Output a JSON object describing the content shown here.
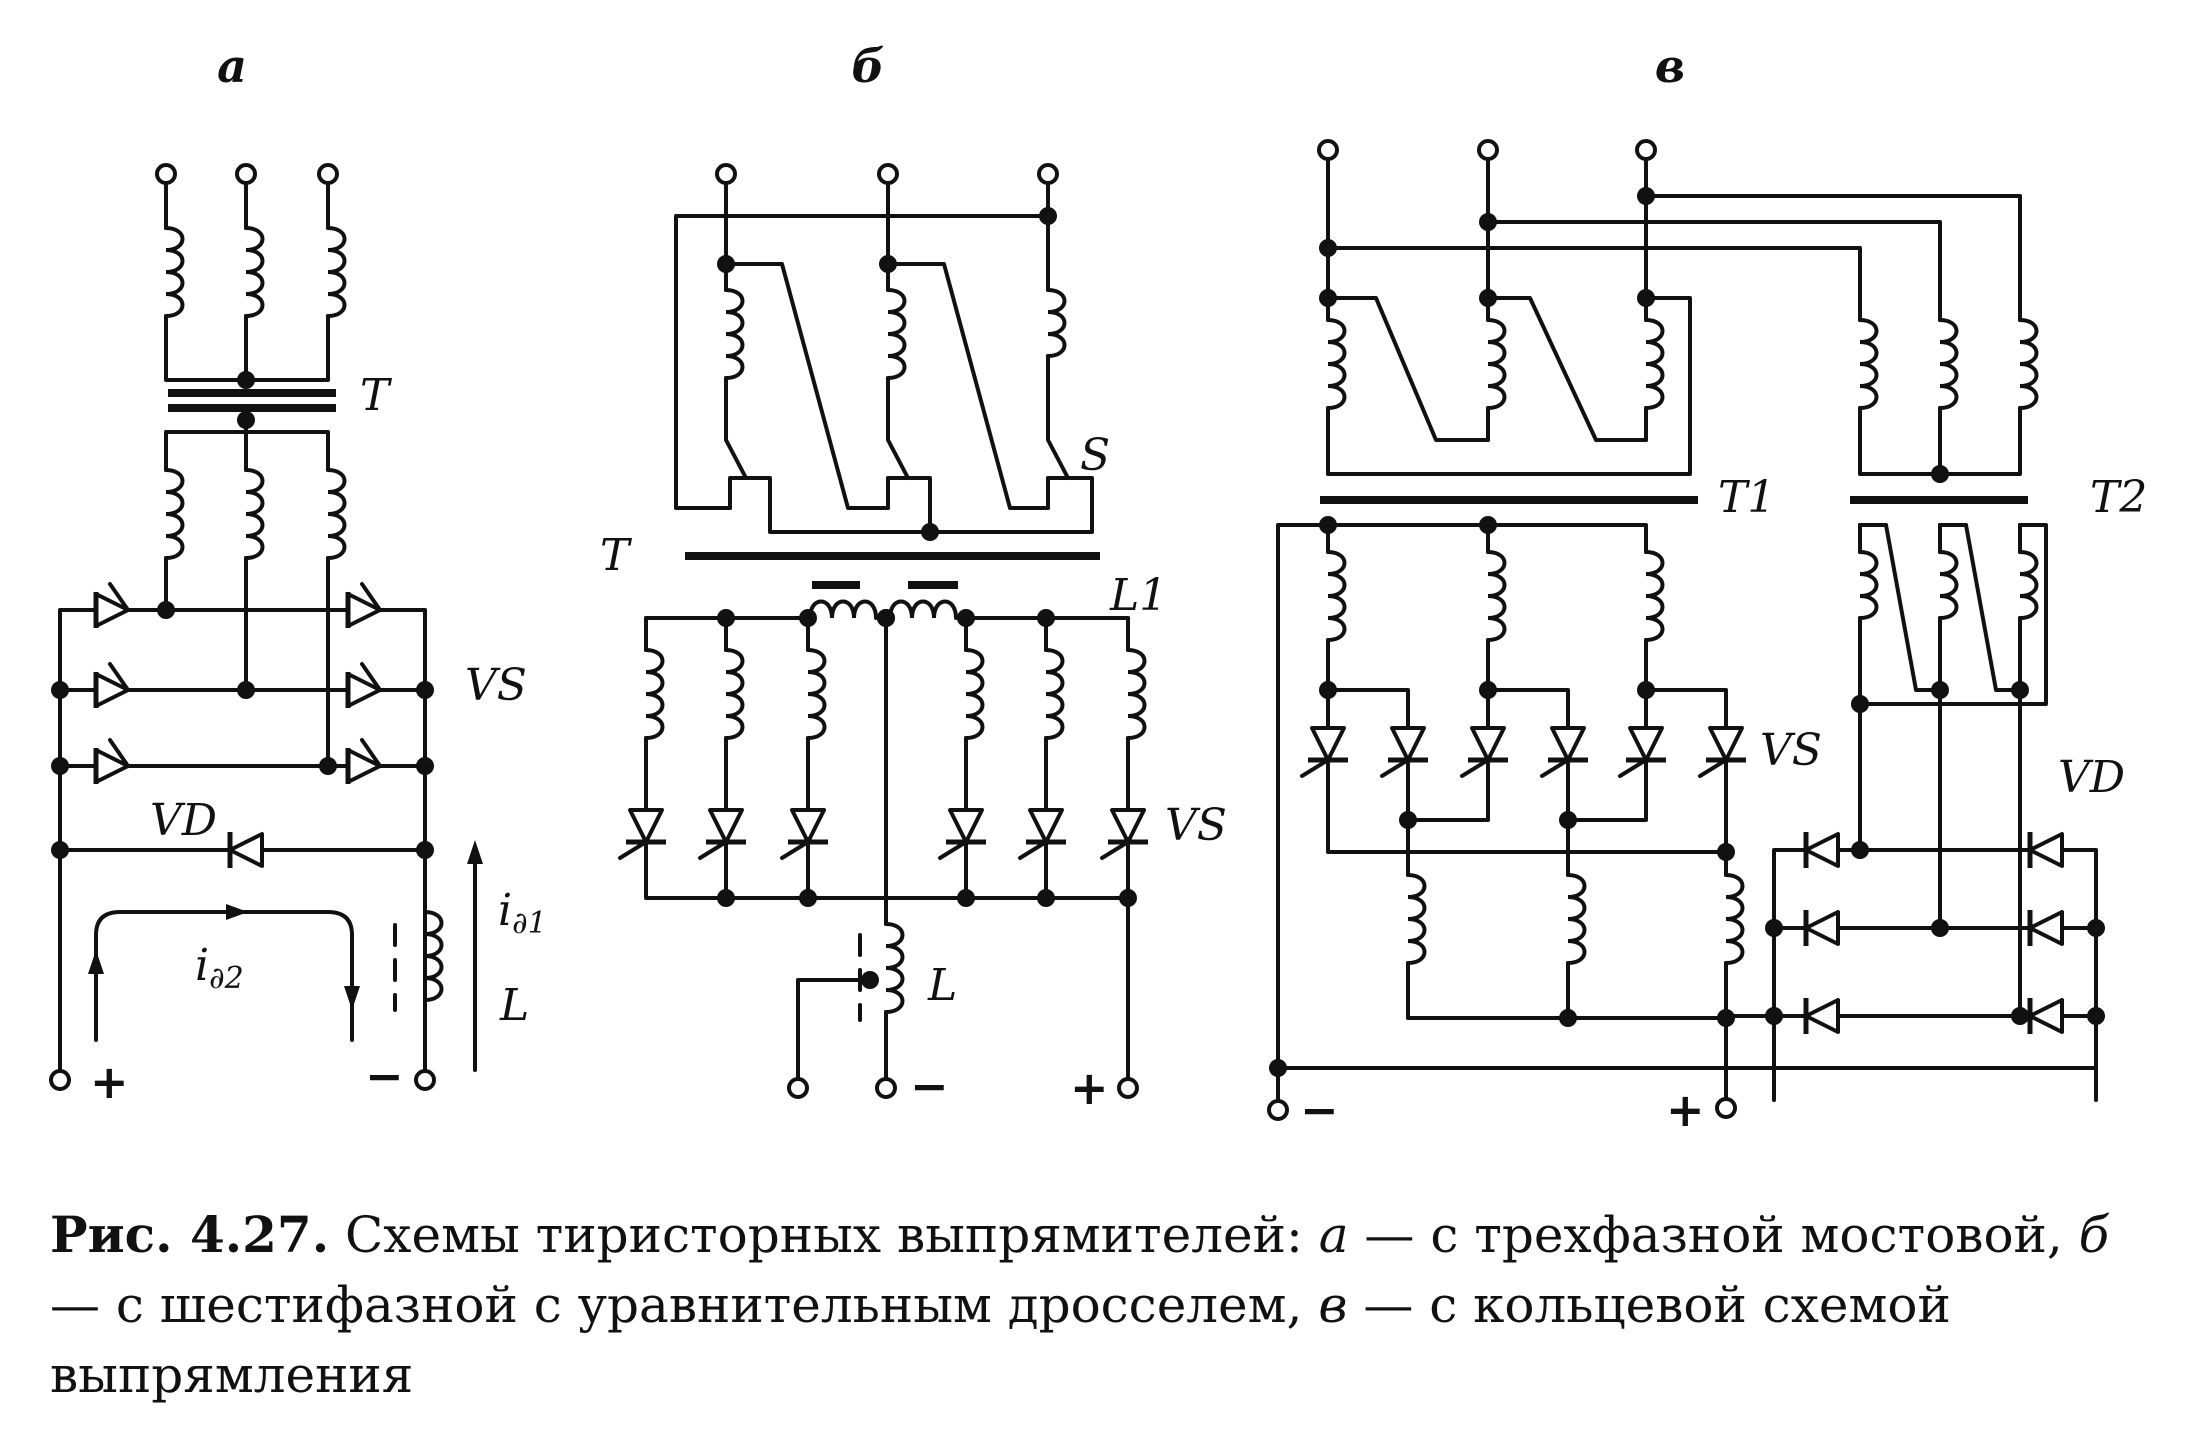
{
  "panels": [
    {
      "id": "a",
      "label": "а"
    },
    {
      "id": "b",
      "label": "б"
    },
    {
      "id": "c",
      "label": "в"
    }
  ],
  "labels": {
    "a_transformer": "T",
    "a_thyristors": "VS",
    "a_diode": "VD",
    "a_current1": "i",
    "a_current1_sub": "∂1",
    "a_current2": "i",
    "a_current2_sub": "∂2",
    "a_inductor": "L",
    "b_switch": "S",
    "b_transformer": "T",
    "b_choke": "L1",
    "b_thyristors": "VS",
    "b_inductor": "L",
    "c_transformer1": "T1",
    "c_transformer2": "T2",
    "c_thyristors": "VS",
    "c_diodes": "VD"
  },
  "polarity": {
    "plus": "+",
    "minus": "−"
  },
  "caption": {
    "figure": "Рис. 4.27.",
    "text": "Схемы тиристорных выпрямителей:",
    "a_key": "а",
    "a_text": "— с трехфазной мостовой,",
    "b_key": "б",
    "b_text": "— с шестифазной с уравнительным дросселем,",
    "c_key": "в",
    "c_text": "— с кольцевой схемой выпрямления"
  }
}
